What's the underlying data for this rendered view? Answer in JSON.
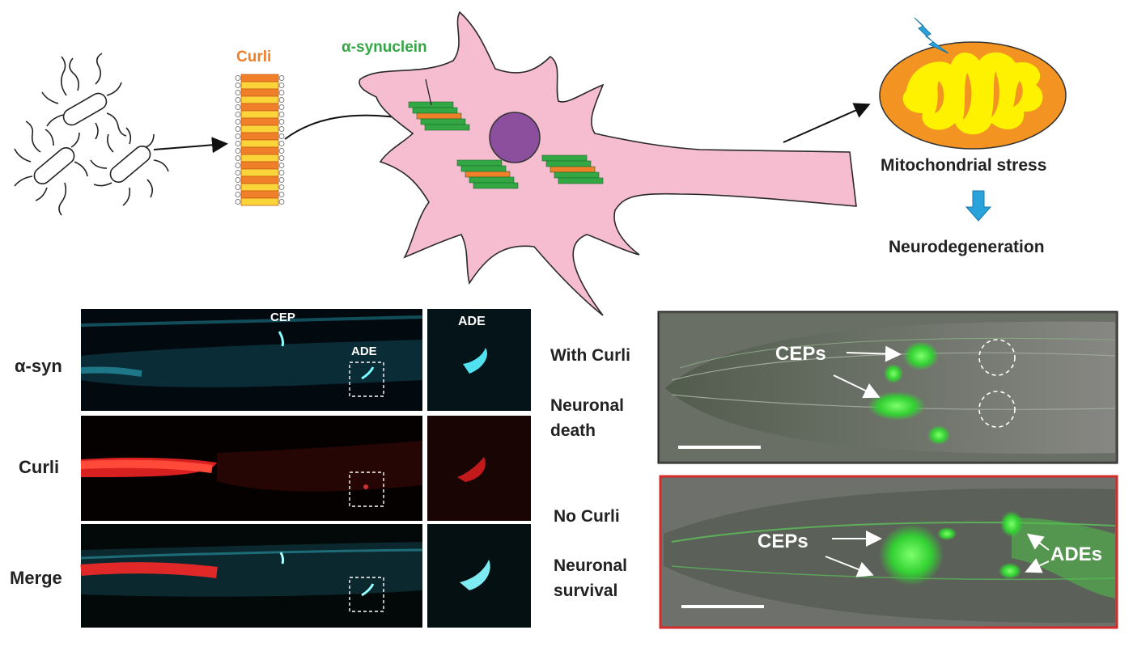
{
  "top": {
    "curli_label": "Curli",
    "asyn_label": "α-synuclein",
    "mito_label": "Mitochondrial stress",
    "neuro_label": "Neurodegeneration"
  },
  "micrograph": {
    "rows": [
      {
        "label": "α-syn",
        "channel": "cyan"
      },
      {
        "label": "Curli",
        "channel": "red"
      },
      {
        "label": "Merge",
        "channel": "merge"
      }
    ],
    "cep_label": "CEP",
    "ade_label": "ADE",
    "inset_label": "ADE"
  },
  "panels": [
    {
      "line1": "With Curli",
      "line2": "Neuronal",
      "line3": "death",
      "ceps": "CEPs",
      "ades": "",
      "border": "#222222"
    },
    {
      "line1": "No Curli",
      "line2": "Neuronal",
      "line3": "survival",
      "ceps": "CEPs",
      "ades": "ADEs",
      "border": "#d42a2a"
    }
  ],
  "colors": {
    "neuron": "#f6bcd0",
    "nucleus": "#8b4f9e",
    "curli_orange": "#f07f2a",
    "asyn_green": "#33a744",
    "mito_outer": "#f29322",
    "mito_inner": "#fff200",
    "arrow_blue": "#2aa3dd"
  }
}
